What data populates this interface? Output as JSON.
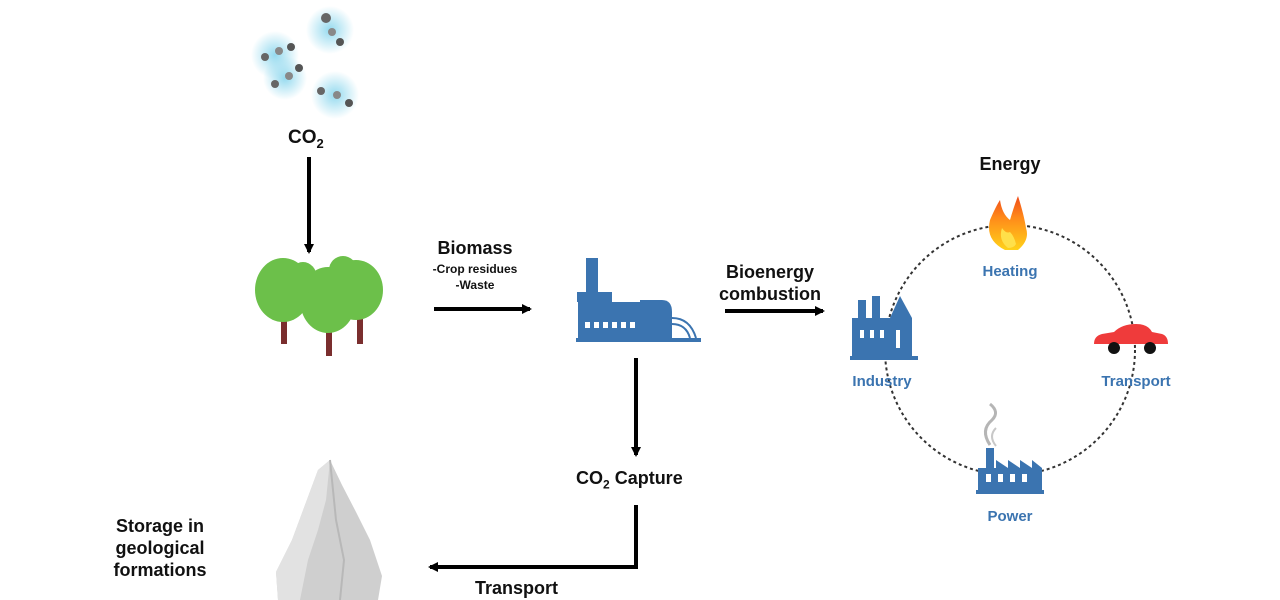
{
  "co2": {
    "text": "CO",
    "sub": "2"
  },
  "biomass": {
    "title": "Biomass",
    "items": [
      "-Crop residues",
      "-Waste"
    ]
  },
  "bioenergy": {
    "line1": "Bioenergy",
    "line2": "combustion"
  },
  "capture": {
    "prefix": "CO",
    "sub": "2",
    "suffix": " Capture"
  },
  "transport_arrow": "Transport",
  "storage": {
    "line1": "Storage in",
    "line2": "geological",
    "line3": "formations"
  },
  "energy": {
    "title": "Energy",
    "nodes": {
      "heating": "Heating",
      "industry": "Industry",
      "transport": "Transport",
      "power": "Power"
    }
  },
  "colors": {
    "blue": "#3b74b0",
    "tree_green": "#6cc04a",
    "trunk": "#7a2e2e",
    "car": "#ef3b3b",
    "molecule": "#8fd8ee",
    "rock": "#cfcfcf"
  },
  "icons": [
    "co2-molecules-icon",
    "trees-icon",
    "power-plant-icon",
    "fire-icon",
    "factory-icon",
    "car-icon",
    "power-station-icon",
    "rock-icon"
  ]
}
